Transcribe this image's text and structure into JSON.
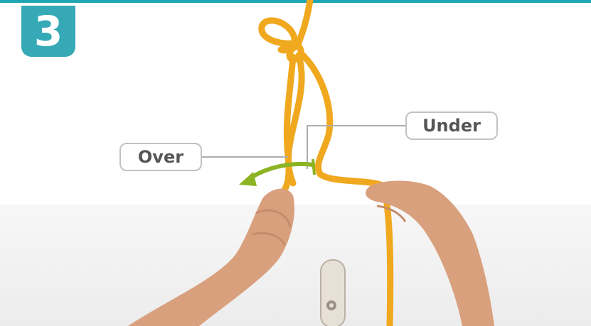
{
  "step": {
    "number": "3"
  },
  "labels": {
    "over": "Over",
    "under": "Under"
  },
  "icons": {
    "direction": "curved-arrow-left"
  },
  "colors": {
    "accent": "#1fa6b4",
    "badge": "#35aab6",
    "rope": "#f0a81e",
    "arrow": "#8cb321",
    "skin": "#d9a07e",
    "label_border": "#c2c2c2"
  }
}
